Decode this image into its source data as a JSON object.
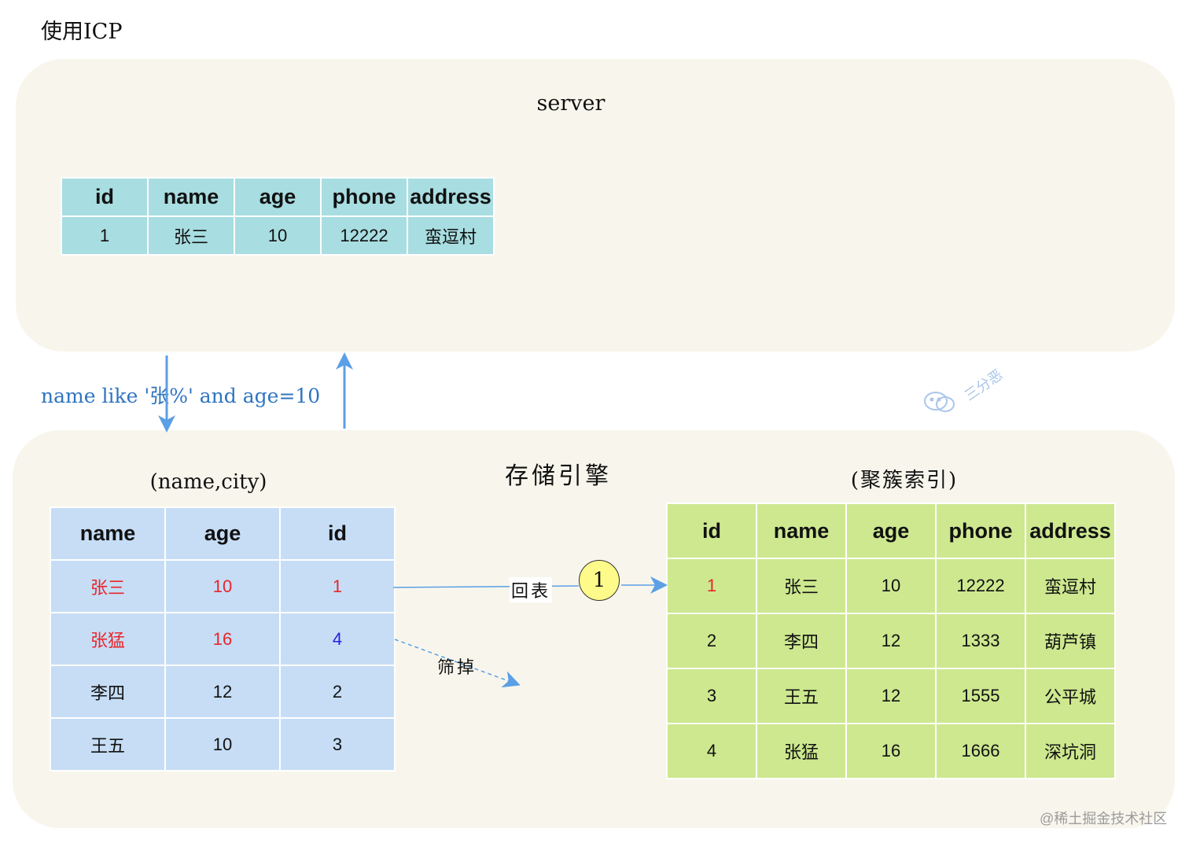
{
  "page_title": "使用ICP",
  "server": {
    "label": "server",
    "table": {
      "headers": [
        "id",
        "name",
        "age",
        "phone",
        "address"
      ],
      "row": [
        "1",
        "张三",
        "10",
        "12222",
        "蛮逗村"
      ]
    }
  },
  "query": "name like '张%' and age=10",
  "engine": {
    "label": "存储引擎",
    "secondary_index": {
      "label": "(name,city)",
      "headers": [
        "name",
        "age",
        "id"
      ],
      "rows": [
        [
          "张三",
          "10",
          "1"
        ],
        [
          "张猛",
          "16",
          "4"
        ],
        [
          "李四",
          "12",
          "2"
        ],
        [
          "王五",
          "10",
          "3"
        ]
      ]
    },
    "clustered_index": {
      "label": "(聚簇索引)",
      "headers": [
        "id",
        "name",
        "age",
        "phone",
        "address"
      ],
      "rows": [
        [
          "1",
          "张三",
          "10",
          "12222",
          "蛮逗村"
        ],
        [
          "2",
          "李四",
          "12",
          "1333",
          "葫芦镇"
        ],
        [
          "3",
          "王五",
          "12",
          "1555",
          "公平城"
        ],
        [
          "4",
          "张猛",
          "16",
          "1666",
          "深坑洞"
        ]
      ]
    },
    "back_label": "回表",
    "filter_label": "筛掉",
    "step_number": "1"
  },
  "watermark": "三分恶",
  "footer": "@稀土掘金技术社区",
  "colors": {
    "panel": "#f8f6ec",
    "server_table": "#a8dde1",
    "secondary_table": "#c6ddf5",
    "clustered_table": "#cde88f",
    "arrow": "#5b9fe6",
    "highlight_red": "#e8262b",
    "highlight_blue": "#2222dd",
    "step_circle": "#fffb8a"
  }
}
